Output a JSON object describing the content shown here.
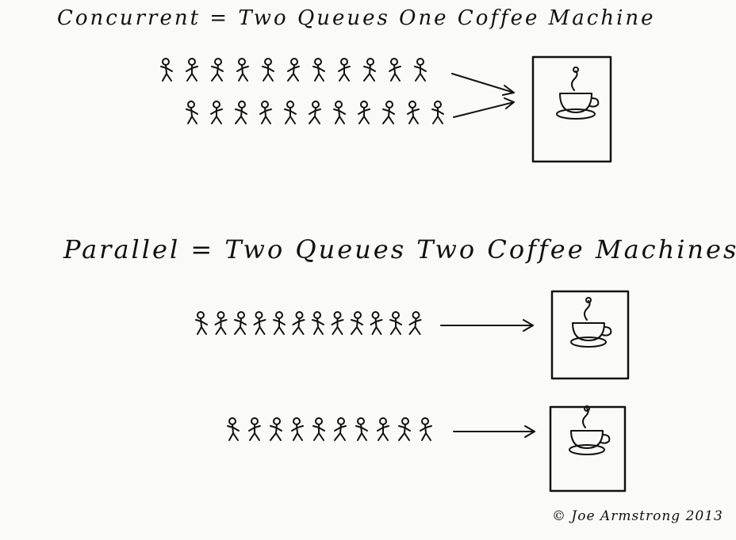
{
  "headings": {
    "concurrent": "Concurrent = Two Queues One Coffee Machine",
    "parallel": "Parallel = Two Queues Two Coffee Machines"
  },
  "credit": "© Joe Armstrong 2013",
  "icons": {
    "person": "stick-figure-icon",
    "machine": "coffee-machine-icon",
    "cup": "coffee-cup-icon",
    "arrow": "arrow-right-icon"
  },
  "colors": {
    "ink": "#111111",
    "paper": "#fafaf8"
  },
  "scenes": {
    "concurrent": {
      "queues": [
        11,
        11
      ],
      "machines": 1
    },
    "parallel": {
      "queues": [
        12,
        10
      ],
      "machines": 2
    }
  }
}
